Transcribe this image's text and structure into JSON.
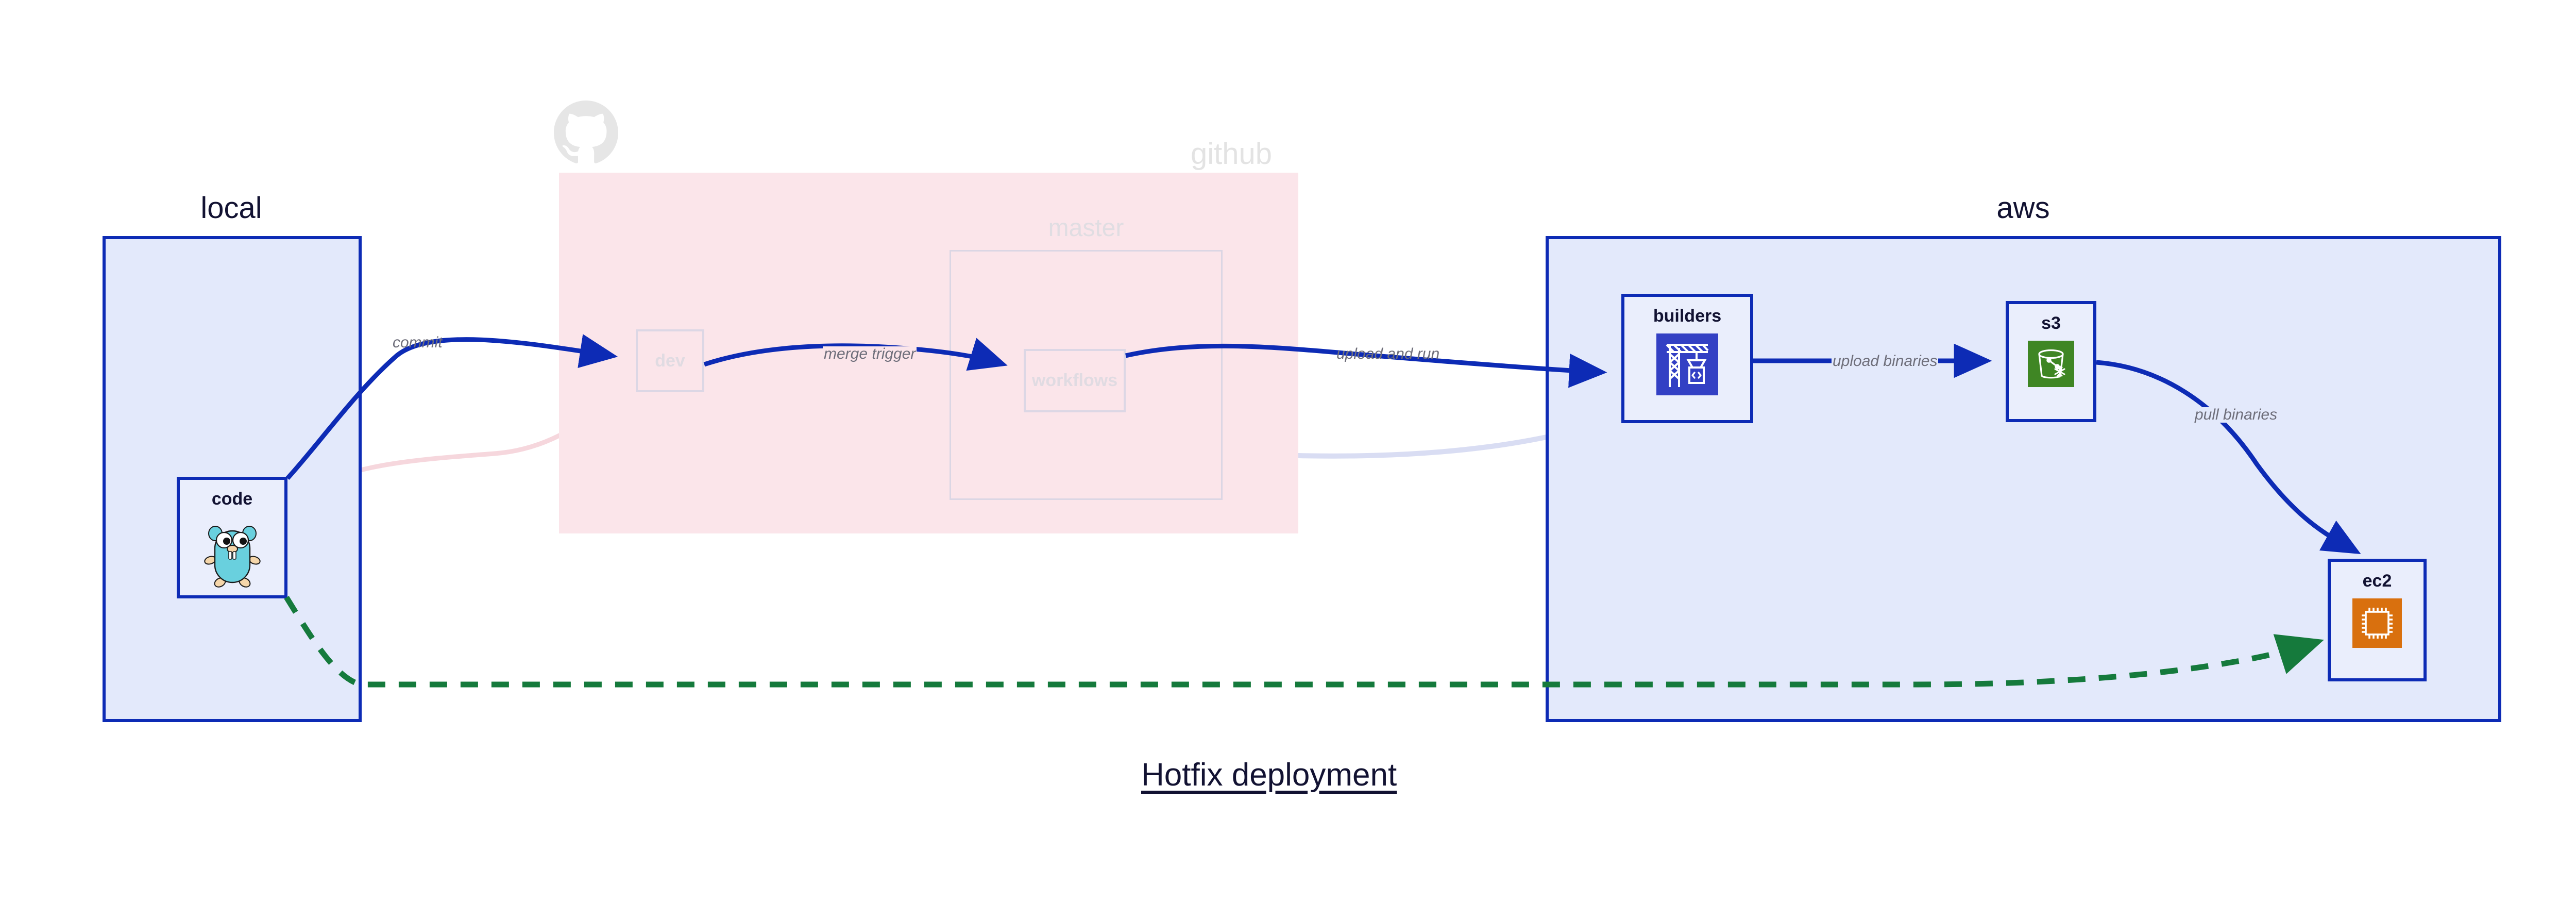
{
  "diagram": {
    "title": "Hotfix deployment",
    "background": "#ffffff"
  },
  "colors": {
    "primary_edge": "#0d2bb5",
    "group_border": "#0d2bb5",
    "local_fill": "#e3e9fb",
    "aws_fill": "#e3e9fb",
    "github_fill": "#fbe5ea",
    "node_fill": "#eaeefc",
    "faded_node_border": "#dcd7e5",
    "faded_text": "#e0dbe2",
    "hotfix_edge": "#157a3c",
    "label_text": "#6e6e7a",
    "title_text": "#121232",
    "s3_icon": "#3f8624",
    "ec2_icon": "#d9700e",
    "builders_icon": "#3340c4",
    "gopher_body": "#69d0de",
    "github_logo": "#e6e6e6"
  },
  "groups": [
    {
      "id": "local",
      "label": "local",
      "state": "active",
      "nodes": [
        {
          "id": "code",
          "label": "code",
          "icon": "go-gopher-icon"
        }
      ]
    },
    {
      "id": "github",
      "label": "github",
      "state": "faded",
      "logo": "github-octocat-icon",
      "nodes": [
        {
          "id": "dev",
          "label": "dev",
          "icon": "none"
        }
      ],
      "subgroups": [
        {
          "id": "master",
          "label": "master",
          "state": "faded",
          "nodes": [
            {
              "id": "workflows",
              "label": "workflows",
              "icon": "none"
            }
          ]
        }
      ]
    },
    {
      "id": "aws",
      "label": "aws",
      "state": "active",
      "nodes": [
        {
          "id": "builders",
          "label": "builders",
          "icon": "aws-codebuild-crane-icon"
        },
        {
          "id": "s3",
          "label": "s3",
          "icon": "aws-s3-glacier-bucket-icon"
        },
        {
          "id": "ec2",
          "label": "ec2",
          "icon": "aws-ec2-chip-icon"
        }
      ]
    }
  ],
  "edges": [
    {
      "id": "commit",
      "from": "code",
      "to": "dev",
      "label": "commit",
      "style": "solid",
      "state": "active"
    },
    {
      "id": "merge-trigger",
      "from": "dev",
      "to": "workflows",
      "label": "merge trigger",
      "style": "solid",
      "state": "active"
    },
    {
      "id": "upload-and-run",
      "from": "workflows",
      "to": "builders",
      "label": "upload and run",
      "style": "solid",
      "state": "active"
    },
    {
      "id": "upload-binaries",
      "from": "builders",
      "to": "s3",
      "label": "upload binaries",
      "style": "solid",
      "state": "active"
    },
    {
      "id": "pull-binaries",
      "from": "s3",
      "to": "ec2",
      "label": "pull binaries",
      "style": "solid",
      "state": "active"
    },
    {
      "id": "hotfix-direct",
      "from": "code",
      "to": "ec2",
      "label": "",
      "style": "dashed",
      "state": "active",
      "color": "#157a3c"
    },
    {
      "id": "code-to-dev-faded",
      "from": "code",
      "to": "dev",
      "label": "",
      "style": "solid",
      "state": "faded"
    },
    {
      "id": "dev-to-workflows-faded",
      "from": "dev",
      "to": "workflows",
      "label": "",
      "style": "solid",
      "state": "faded"
    },
    {
      "id": "workflows-to-builders-faded",
      "from": "workflows",
      "to": "builders",
      "label": "",
      "style": "solid",
      "state": "faded"
    }
  ]
}
